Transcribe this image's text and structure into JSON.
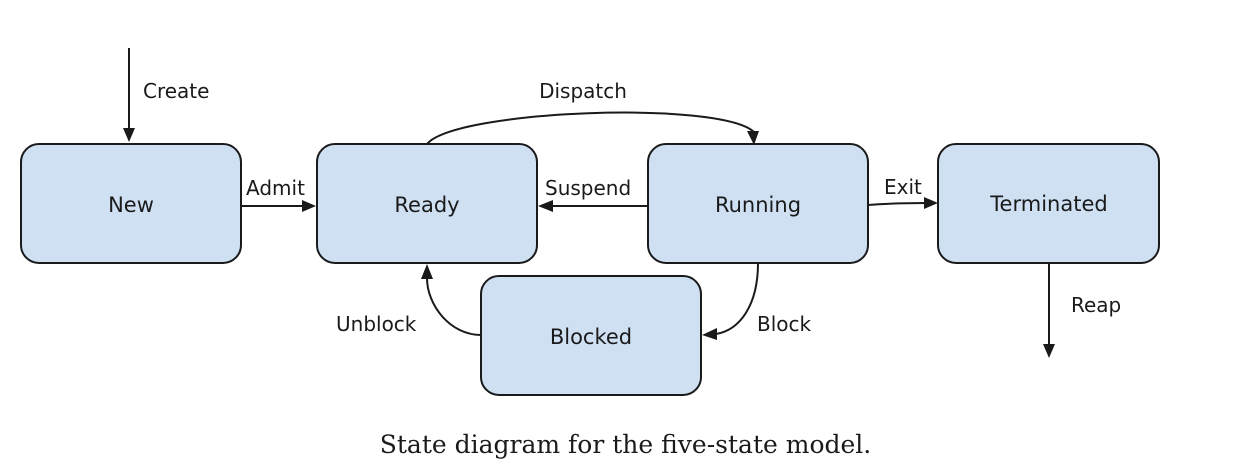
{
  "states": {
    "new": "New",
    "ready": "Ready",
    "running": "Running",
    "terminated": "Terminated",
    "blocked": "Blocked"
  },
  "transitions": {
    "create": "Create",
    "admit": "Admit",
    "dispatch": "Dispatch",
    "suspend": "Suspend",
    "exit": "Exit",
    "reap": "Reap",
    "unblock": "Unblock",
    "block": "Block"
  },
  "caption": "State diagram for the five-state model.",
  "colors": {
    "state_fill": "#cfe0f3",
    "stroke": "#1a1a1a"
  }
}
